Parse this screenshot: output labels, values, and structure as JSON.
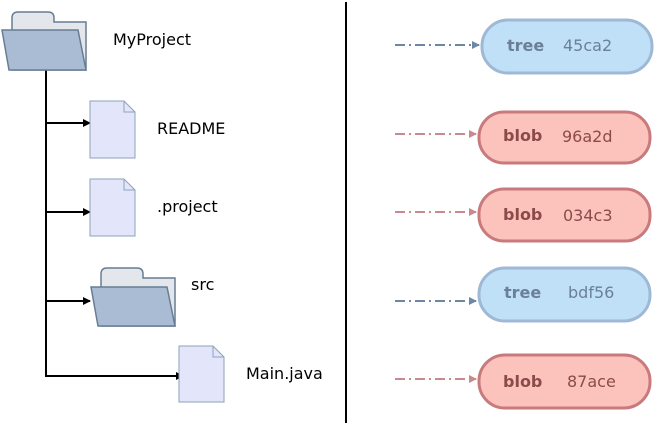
{
  "working_tree": {
    "root": "MyProject",
    "readme": "README",
    "project_file": ".project",
    "src": "src",
    "main_java": "Main.java"
  },
  "objects": [
    {
      "type": "tree",
      "hash": "45ca2"
    },
    {
      "type": "blob",
      "hash": "96a2d"
    },
    {
      "type": "blob",
      "hash": "034c3"
    },
    {
      "type": "tree",
      "hash": "bdf56"
    },
    {
      "type": "blob",
      "hash": "87ace"
    }
  ],
  "colors": {
    "tree_fill": "#bfe0f7",
    "tree_stroke": "#9fb8d6",
    "tree_text": "#6b8096",
    "tree_arrow": "#6e87a3",
    "blob_fill": "#fbc3bc",
    "blob_stroke": "#c97a7d",
    "blob_text": "#8c4a4a",
    "blob_arrow": "#c98a8e",
    "folder_front": "#a9bcd3",
    "folder_back": "#e3e7eb",
    "folder_stroke": "#687d93",
    "doc_fill": "#e3e6fa",
    "doc_stroke": "#8ea2bb"
  }
}
